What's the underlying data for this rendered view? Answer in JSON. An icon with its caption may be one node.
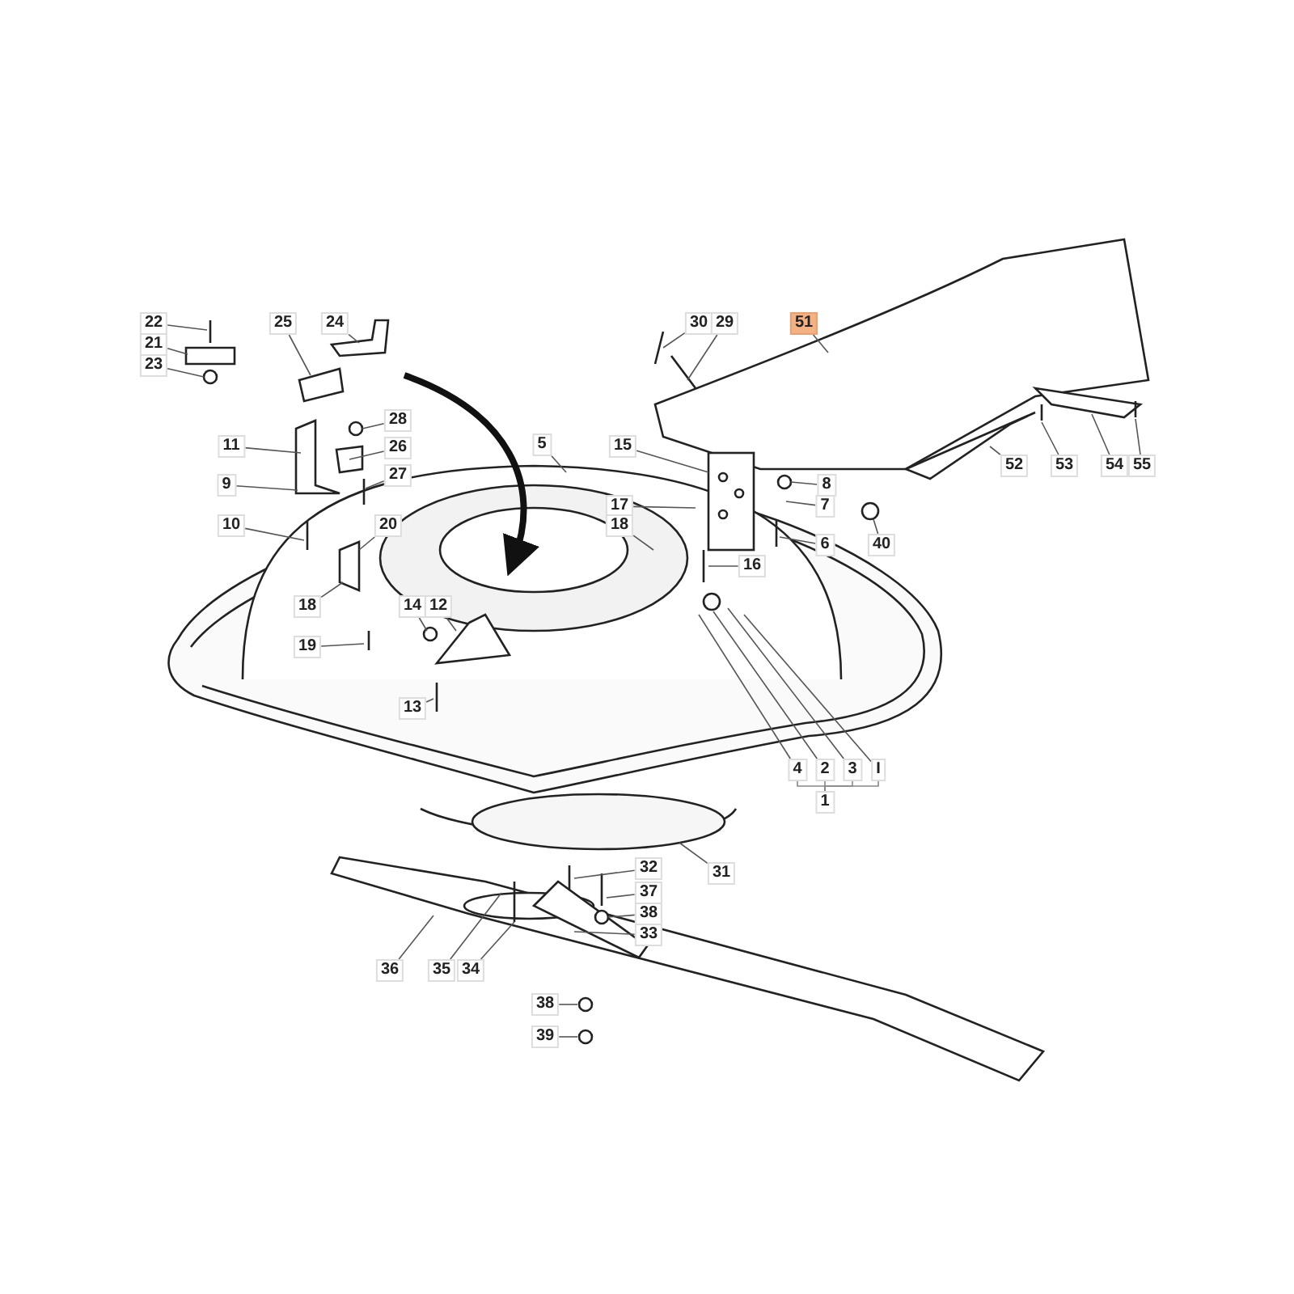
{
  "diagram": {
    "nodes": [
      {
        "text": [
          "22"
        ]
      },
      {
        "text": [
          "30"
        ]
      },
      {
        "text": [
          "29"
        ]
      },
      {
        "text": [
          "51"
        ]
      },
      {
        "text": [
          "25"
        ]
      },
      {
        "text": [
          "24"
        ]
      },
      {
        "text": [
          "21"
        ]
      },
      {
        "text": [
          "23"
        ]
      },
      {
        "text": [
          "28"
        ]
      },
      {
        "text": [
          "11"
        ]
      },
      {
        "text": [
          "26"
        ]
      },
      {
        "text": [
          "15"
        ]
      },
      {
        "text": [
          "5"
        ]
      },
      {
        "text": [
          "52"
        ]
      },
      {
        "text": [
          "53"
        ]
      },
      {
        "text": [
          "54"
        ]
      },
      {
        "text": [
          "55"
        ]
      },
      {
        "text": [
          "9"
        ]
      },
      {
        "text": [
          "27"
        ]
      },
      {
        "text": [
          "8"
        ]
      },
      {
        "text": [
          "17"
        ]
      },
      {
        "text": [
          "7"
        ]
      },
      {
        "text": [
          "20"
        ]
      },
      {
        "text": [
          "10"
        ]
      },
      {
        "text": [
          "18"
        ]
      },
      {
        "text": [
          "40"
        ]
      },
      {
        "text": [
          "6"
        ]
      },
      {
        "text": [
          "16"
        ]
      },
      {
        "text": [
          "18"
        ]
      },
      {
        "text": [
          "14"
        ]
      },
      {
        "text": [
          "12"
        ]
      },
      {
        "text": [
          "19"
        ]
      },
      {
        "text": [
          "13"
        ]
      },
      {
        "text": [
          "4"
        ]
      },
      {
        "text": [
          "2"
        ]
      },
      {
        "text": [
          "3"
        ]
      },
      {
        "text": [
          "I"
        ]
      },
      {
        "text": [
          "31"
        ]
      },
      {
        "text": [
          "32"
        ]
      },
      {
        "text": [
          "37"
        ]
      },
      {
        "text": [
          "38"
        ]
      },
      {
        "text": [
          "33"
        ]
      },
      {
        "text": [
          "36"
        ]
      },
      {
        "text": [
          "35"
        ]
      },
      {
        "text": [
          "34"
        ]
      },
      {
        "text": [
          "38"
        ]
      },
      {
        "text": [
          "39"
        ]
      },
      {
        "text": [
          "1"
        ]
      }
    ],
    "edges": [
      {
        "from": 0,
        "to": null,
        "arrow": "none"
      },
      {
        "from": 1,
        "to": null,
        "arrow": "none"
      },
      {
        "from": 2,
        "to": null,
        "arrow": "none"
      },
      {
        "from": 3,
        "to": null,
        "arrow": "none"
      },
      {
        "from": 4,
        "to": null,
        "arrow": "none"
      },
      {
        "from": 5,
        "to": null,
        "arrow": "none"
      },
      {
        "from": 6,
        "to": null,
        "arrow": "none"
      },
      {
        "from": 7,
        "to": null,
        "arrow": "none"
      },
      {
        "from": 8,
        "to": null,
        "arrow": "none"
      },
      {
        "from": 9,
        "to": null,
        "arrow": "none"
      },
      {
        "from": 10,
        "to": null,
        "arrow": "none"
      },
      {
        "from": 11,
        "to": null,
        "arrow": "none"
      },
      {
        "from": 12,
        "to": null,
        "arrow": "none"
      },
      {
        "from": 13,
        "to": null,
        "arrow": "none"
      },
      {
        "from": 14,
        "to": null,
        "arrow": "none"
      },
      {
        "from": 15,
        "to": null,
        "arrow": "none"
      },
      {
        "from": 16,
        "to": null,
        "arrow": "none"
      },
      {
        "from": 17,
        "to": null,
        "arrow": "none"
      },
      {
        "from": 18,
        "to": null,
        "arrow": "none"
      },
      {
        "from": 19,
        "to": null,
        "arrow": "none"
      },
      {
        "from": 20,
        "to": null,
        "arrow": "none"
      },
      {
        "from": 21,
        "to": null,
        "arrow": "none"
      },
      {
        "from": 22,
        "to": null,
        "arrow": "none"
      },
      {
        "from": 23,
        "to": null,
        "arrow": "none"
      },
      {
        "from": 24,
        "to": null,
        "arrow": "none"
      },
      {
        "from": 25,
        "to": null,
        "arrow": "none"
      },
      {
        "from": 26,
        "to": null,
        "arrow": "none"
      },
      {
        "from": 27,
        "to": null,
        "arrow": "none"
      },
      {
        "from": 28,
        "to": null,
        "arrow": "none"
      },
      {
        "from": 29,
        "to": null,
        "arrow": "none"
      },
      {
        "from": 30,
        "to": null,
        "arrow": "none"
      },
      {
        "from": 31,
        "to": null,
        "arrow": "none"
      },
      {
        "from": 32,
        "to": null,
        "arrow": "none"
      },
      {
        "from": 33,
        "to": null,
        "arrow": "none"
      },
      {
        "from": 34,
        "to": null,
        "arrow": "none"
      },
      {
        "from": 35,
        "to": null,
        "arrow": "none"
      },
      {
        "from": 36,
        "to": null,
        "arrow": "none"
      },
      {
        "from": 37,
        "to": null,
        "arrow": "none"
      },
      {
        "from": 38,
        "to": null,
        "arrow": "none"
      },
      {
        "from": 39,
        "to": null,
        "arrow": "none"
      },
      {
        "from": 40,
        "to": null,
        "arrow": "none"
      },
      {
        "from": 41,
        "to": null,
        "arrow": "none"
      },
      {
        "from": 42,
        "to": null,
        "arrow": "none"
      },
      {
        "from": 43,
        "to": null,
        "arrow": "none"
      },
      {
        "from": 44,
        "to": null,
        "arrow": "none"
      },
      {
        "from": 45,
        "to": null,
        "arrow": "none"
      },
      {
        "from": 46,
        "to": null,
        "arrow": "none"
      },
      {
        "from": 47,
        "to": 33,
        "arrow": "none"
      },
      {
        "from": 47,
        "to": 34,
        "arrow": "none"
      },
      {
        "from": 47,
        "to": 35,
        "arrow": "none"
      },
      {
        "from": 47,
        "to": 36,
        "arrow": "none"
      }
    ]
  }
}
